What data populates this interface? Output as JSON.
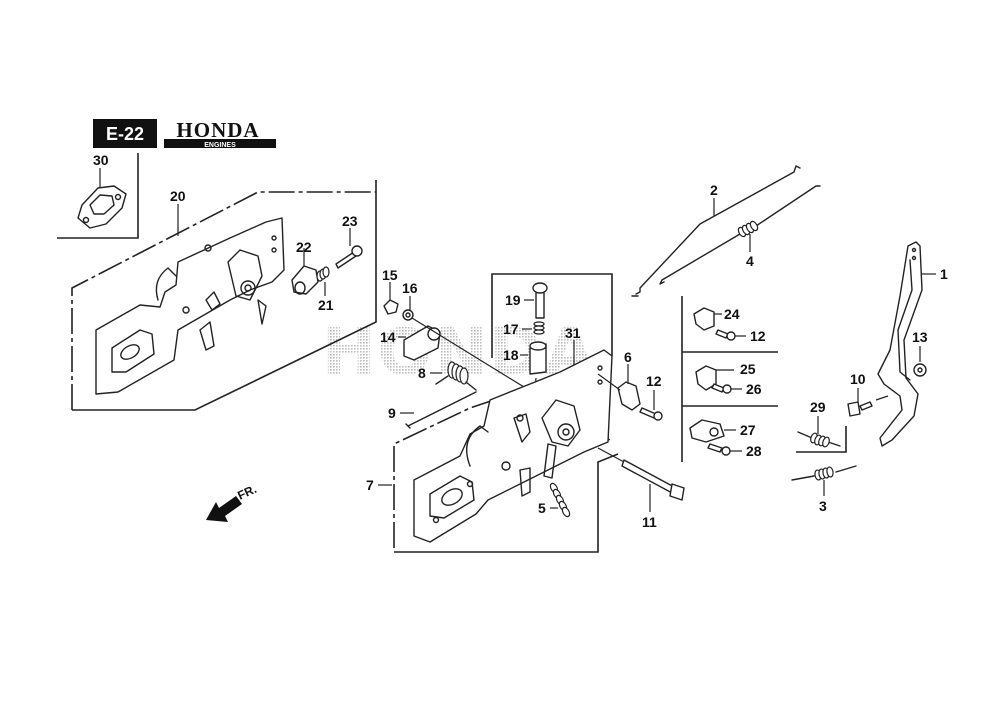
{
  "header": {
    "section_code": "E-22",
    "brand": "HONDA",
    "brand_sub": "ENGINES"
  },
  "watermark": "HONDA",
  "direction_indicator": "FR.",
  "colors": {
    "ink": "#222222",
    "badge_bg": "#111111",
    "badge_text": "#ffffff",
    "watermark": "#c8c8c8"
  },
  "callouts": {
    "p1": "1",
    "p2": "2",
    "p3": "3",
    "p4": "4",
    "p5": "5",
    "p6": "6",
    "p7": "7",
    "p8": "8",
    "p9": "9",
    "p10": "10",
    "p11": "11",
    "p12a": "12",
    "p12b": "12",
    "p13": "13",
    "p14": "14",
    "p15": "15",
    "p16": "16",
    "p17": "17",
    "p18": "18",
    "p19": "19",
    "p20": "20",
    "p21": "21",
    "p22": "22",
    "p23": "23",
    "p24": "24",
    "p25": "25",
    "p26": "26",
    "p27": "27",
    "p28": "28",
    "p29": "29",
    "p30": "30",
    "p31": "31"
  }
}
